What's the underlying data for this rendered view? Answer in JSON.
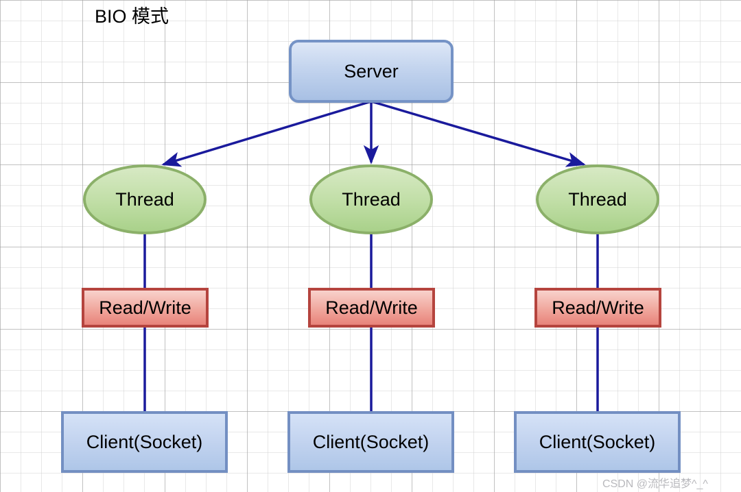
{
  "diagram": {
    "title": "BIO 模式",
    "watermark": "CSDN @流华追梦^_^",
    "colors": {
      "server_fill_top": "#dde7f7",
      "server_fill_bottom": "#a8c0e4",
      "server_border": "#7593c6",
      "thread_fill_top": "#d7e9c4",
      "thread_fill_bottom": "#a9d18a",
      "thread_border": "#8bb069",
      "readwrite_fill_top": "#f8d2cc",
      "readwrite_fill_bottom": "#e8837a",
      "readwrite_border": "#b5443e",
      "client_fill_top": "#d5e2f7",
      "client_fill_bottom": "#aec6e8",
      "client_border": "#738fc2",
      "connector": "#1a1a9c",
      "grid_minor": "#cdcdcd",
      "grid_major": "#a0a0a0",
      "watermark": "#b9b9bd"
    },
    "nodes": {
      "server": {
        "label": "Server"
      },
      "threads": [
        {
          "label": "Thread"
        },
        {
          "label": "Thread"
        },
        {
          "label": "Thread"
        }
      ],
      "readwrites": [
        {
          "label": "Read/Write"
        },
        {
          "label": "Read/Write"
        },
        {
          "label": "Read/Write"
        }
      ],
      "clients": [
        {
          "label": "Client(Socket)"
        },
        {
          "label": "Client(Socket)"
        },
        {
          "label": "Client(Socket)"
        }
      ]
    },
    "edges": [
      {
        "from": "server",
        "to": "thread-1",
        "style": "arrow"
      },
      {
        "from": "server",
        "to": "thread-2",
        "style": "arrow"
      },
      {
        "from": "server",
        "to": "thread-3",
        "style": "arrow"
      },
      {
        "from": "thread-1",
        "to": "readwrite-1",
        "style": "line"
      },
      {
        "from": "thread-2",
        "to": "readwrite-2",
        "style": "line"
      },
      {
        "from": "thread-3",
        "to": "readwrite-3",
        "style": "line"
      },
      {
        "from": "readwrite-1",
        "to": "client-1",
        "style": "line"
      },
      {
        "from": "readwrite-2",
        "to": "client-2",
        "style": "line"
      },
      {
        "from": "readwrite-3",
        "to": "client-3",
        "style": "line"
      }
    ]
  }
}
